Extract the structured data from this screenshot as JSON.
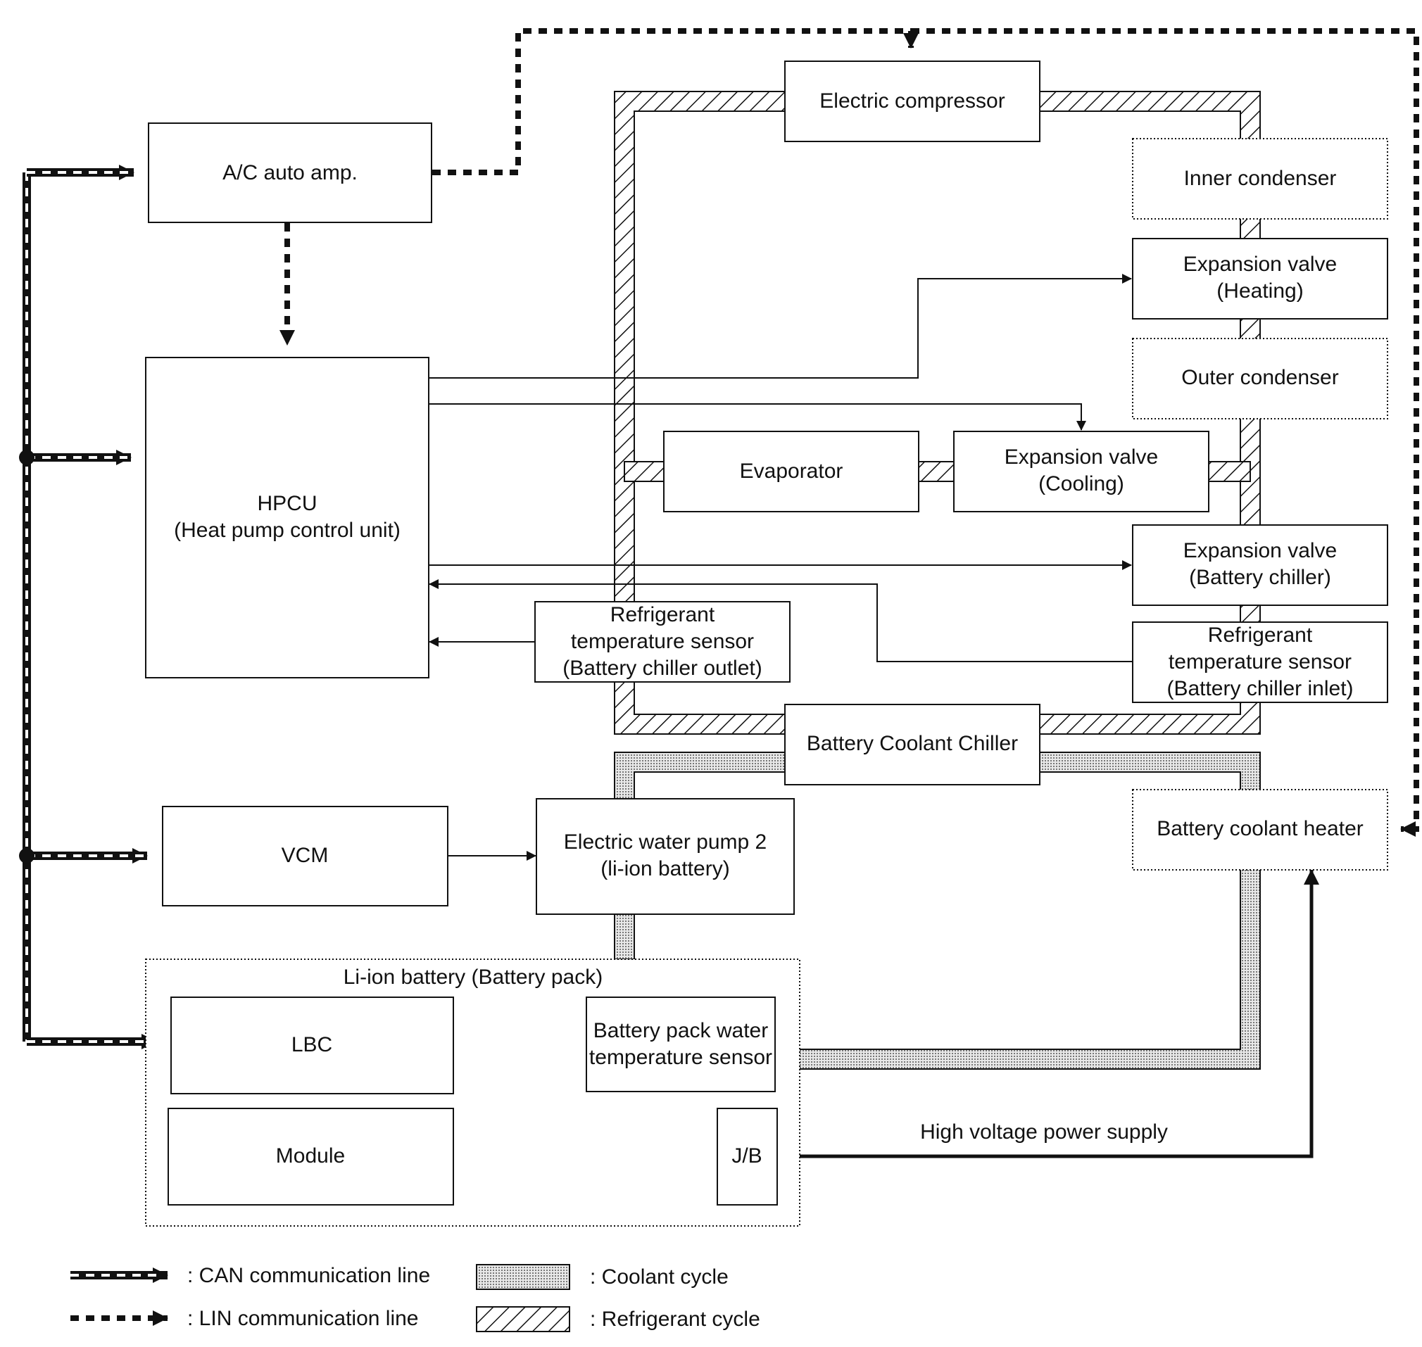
{
  "components": {
    "ac_auto_amp": "A/C auto amp.",
    "hpcu_line1": "HPCU",
    "hpcu_line2": "(Heat pump control unit)",
    "vcm": "VCM",
    "liion_title": "Li-ion battery (Battery pack)",
    "lbc": "LBC",
    "module": "Module",
    "jb": "J/B",
    "batt_water_temp_line1": "Battery pack water",
    "batt_water_temp_line2": "temperature sensor",
    "electric_compressor": "Electric compressor",
    "inner_condenser": "Inner condenser",
    "exp_heating_line1": "Expansion valve",
    "exp_heating_line2": "(Heating)",
    "outer_condenser": "Outer condenser",
    "evaporator": "Evaporator",
    "exp_cooling_line1": "Expansion valve",
    "exp_cooling_line2": "(Cooling)",
    "exp_chiller_line1": "Expansion valve",
    "exp_chiller_line2": "(Battery chiller)",
    "sensor_outlet_line1": "Refrigerant",
    "sensor_outlet_line2": "temperature sensor",
    "sensor_outlet_line3": "(Battery chiller outlet)",
    "sensor_inlet_line1": "Refrigerant",
    "sensor_inlet_line2": "temperature sensor",
    "sensor_inlet_line3": "(Battery chiller inlet)",
    "battery_coolant_chiller": "Battery Coolant Chiller",
    "water_pump_line1": "Electric water pump 2",
    "water_pump_line2": "(li-ion battery)",
    "battery_coolant_heater": "Battery coolant heater"
  },
  "labels": {
    "high_voltage": "High voltage power supply"
  },
  "legend": {
    "can": ": CAN communication line",
    "lin": ": LIN communication line",
    "coolant": ":  Coolant cycle",
    "refrigerant": ":  Refrigerant cycle"
  }
}
